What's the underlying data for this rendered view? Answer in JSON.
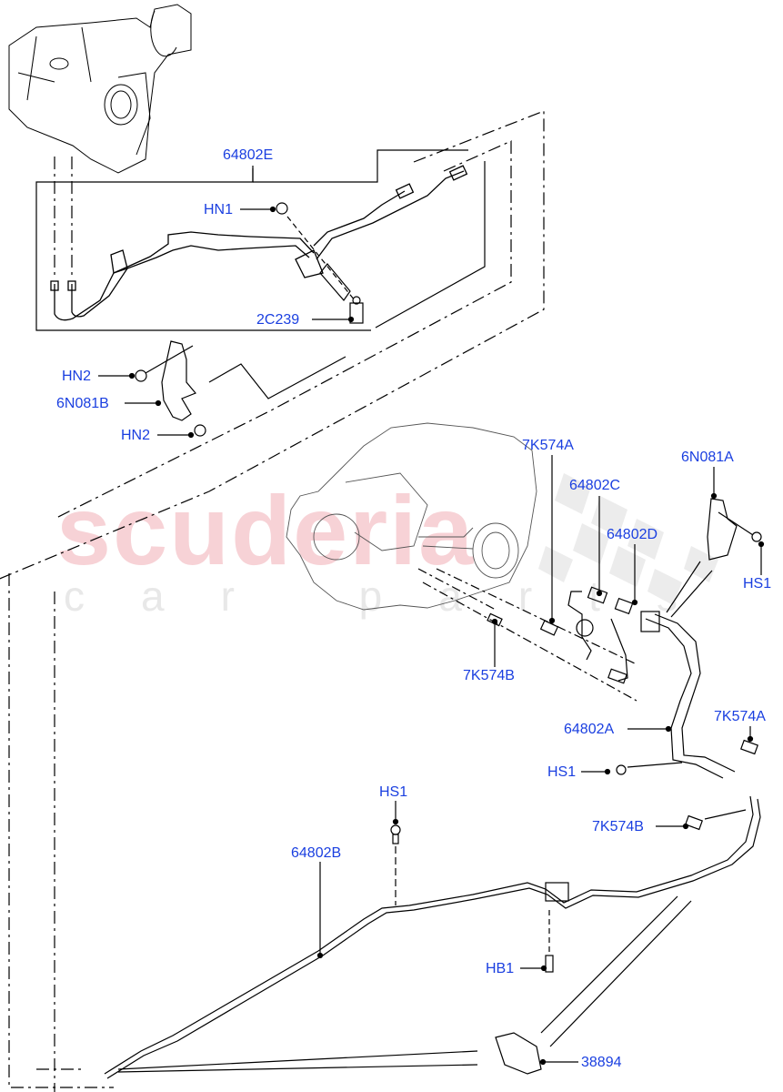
{
  "diagram": {
    "type": "exploded parts diagram",
    "subject": "transmission cooler lines",
    "label_color": "#1a3fe0",
    "line_color": "#000000"
  },
  "watermark": {
    "main": "scuderia",
    "sub": "car parts",
    "main_color": "#f7d2d6",
    "sub_color": "#e8e8e8"
  },
  "labels": {
    "l64802E": "64802E",
    "lHN1": "HN1",
    "l2C239": "2C239",
    "lHN2a": "HN2",
    "l6N081B": "6N081B",
    "lHN2b": "HN2",
    "l7K574A_top": "7K574A",
    "l64802C": "64802C",
    "l64802D": "64802D",
    "l6N081A": "6N081A",
    "lHS1_right": "HS1",
    "l7K574B_mid": "7K574B",
    "l64802A": "64802A",
    "l7K574A_right": "7K574A",
    "lHS1_mid": "HS1",
    "l7K574B_right": "7K574B",
    "lHS1_lower": "HS1",
    "l64802B": "64802B",
    "lHB1": "HB1",
    "l38894": "38894"
  }
}
